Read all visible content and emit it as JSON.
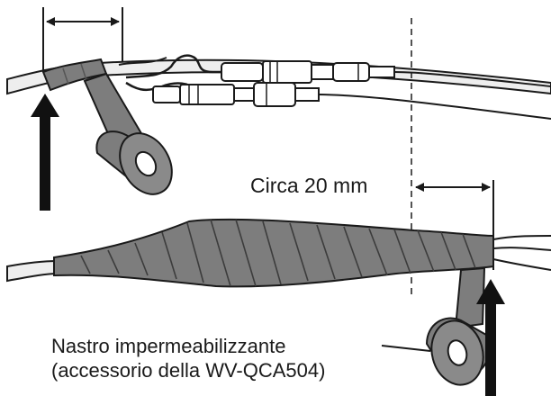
{
  "annotations": {
    "dimension_label": "Circa 20 mm",
    "tape_label_line1": "Nastro impermeabilizzante",
    "tape_label_line2": "(accessorio della WV-QCA504)"
  },
  "colors": {
    "line": "#1a1a1a",
    "tape_fill": "#7d7d7d",
    "tape_dark": "#555555",
    "cable_fill": "#eeeeee",
    "arrow": "#111111"
  }
}
